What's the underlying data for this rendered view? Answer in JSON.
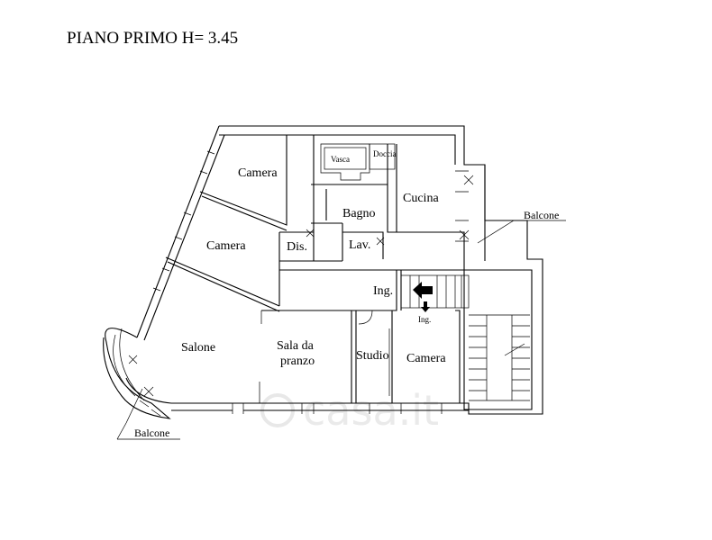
{
  "title": "PIANO PRIMO H= 3.45",
  "rooms": {
    "camera_top": "Camera",
    "camera_mid": "Camera",
    "vasca": "Vasca",
    "doccia": "Doccia",
    "bagno": "Bagno",
    "cucina": "Cucina",
    "dis": "Dis.",
    "lav": "Lav.",
    "ing_main": "Ing.",
    "ing_small": "Ing.",
    "salone": "Salone",
    "sala_line1": "Sala da",
    "sala_line2": "pranzo",
    "studio": "Studio",
    "camera_bottom": "Camera"
  },
  "balcony_right": "Balcone",
  "balcony_left": "Balcone",
  "watermark": "casa.it",
  "icons": {
    "entrance": "arrow-left-icon",
    "entrance_down": "arrow-down-icon"
  }
}
